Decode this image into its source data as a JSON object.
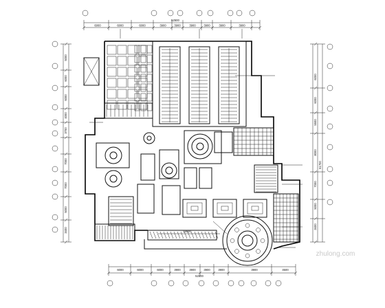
{
  "drawing": {
    "total_dimension_top": "52500",
    "total_dimension_bottom": "52500",
    "total_dimension_right": "61700",
    "top_segments": [
      "6000",
      "6000",
      "6000",
      "3900",
      "3900",
      "3900",
      "3900",
      "3900",
      "3900"
    ],
    "bottom_segments": [
      "6000",
      "6000",
      "6000",
      "3900",
      "3900",
      "3900",
      "3900",
      "3900",
      "4500"
    ],
    "left_segments": [
      "5000",
      "6000",
      "6000",
      "4000",
      "3700",
      "7000",
      "7000",
      "5000",
      "3400"
    ],
    "right_segments": [
      "6000",
      "6000",
      "5500",
      "8000",
      "7000",
      "5000",
      "3400"
    ],
    "inner_dimension": "18600",
    "watermark": "zhulong.com"
  },
  "colors": {
    "line": "#111111",
    "background": "#ffffff",
    "watermark": "#c9c9c9"
  }
}
